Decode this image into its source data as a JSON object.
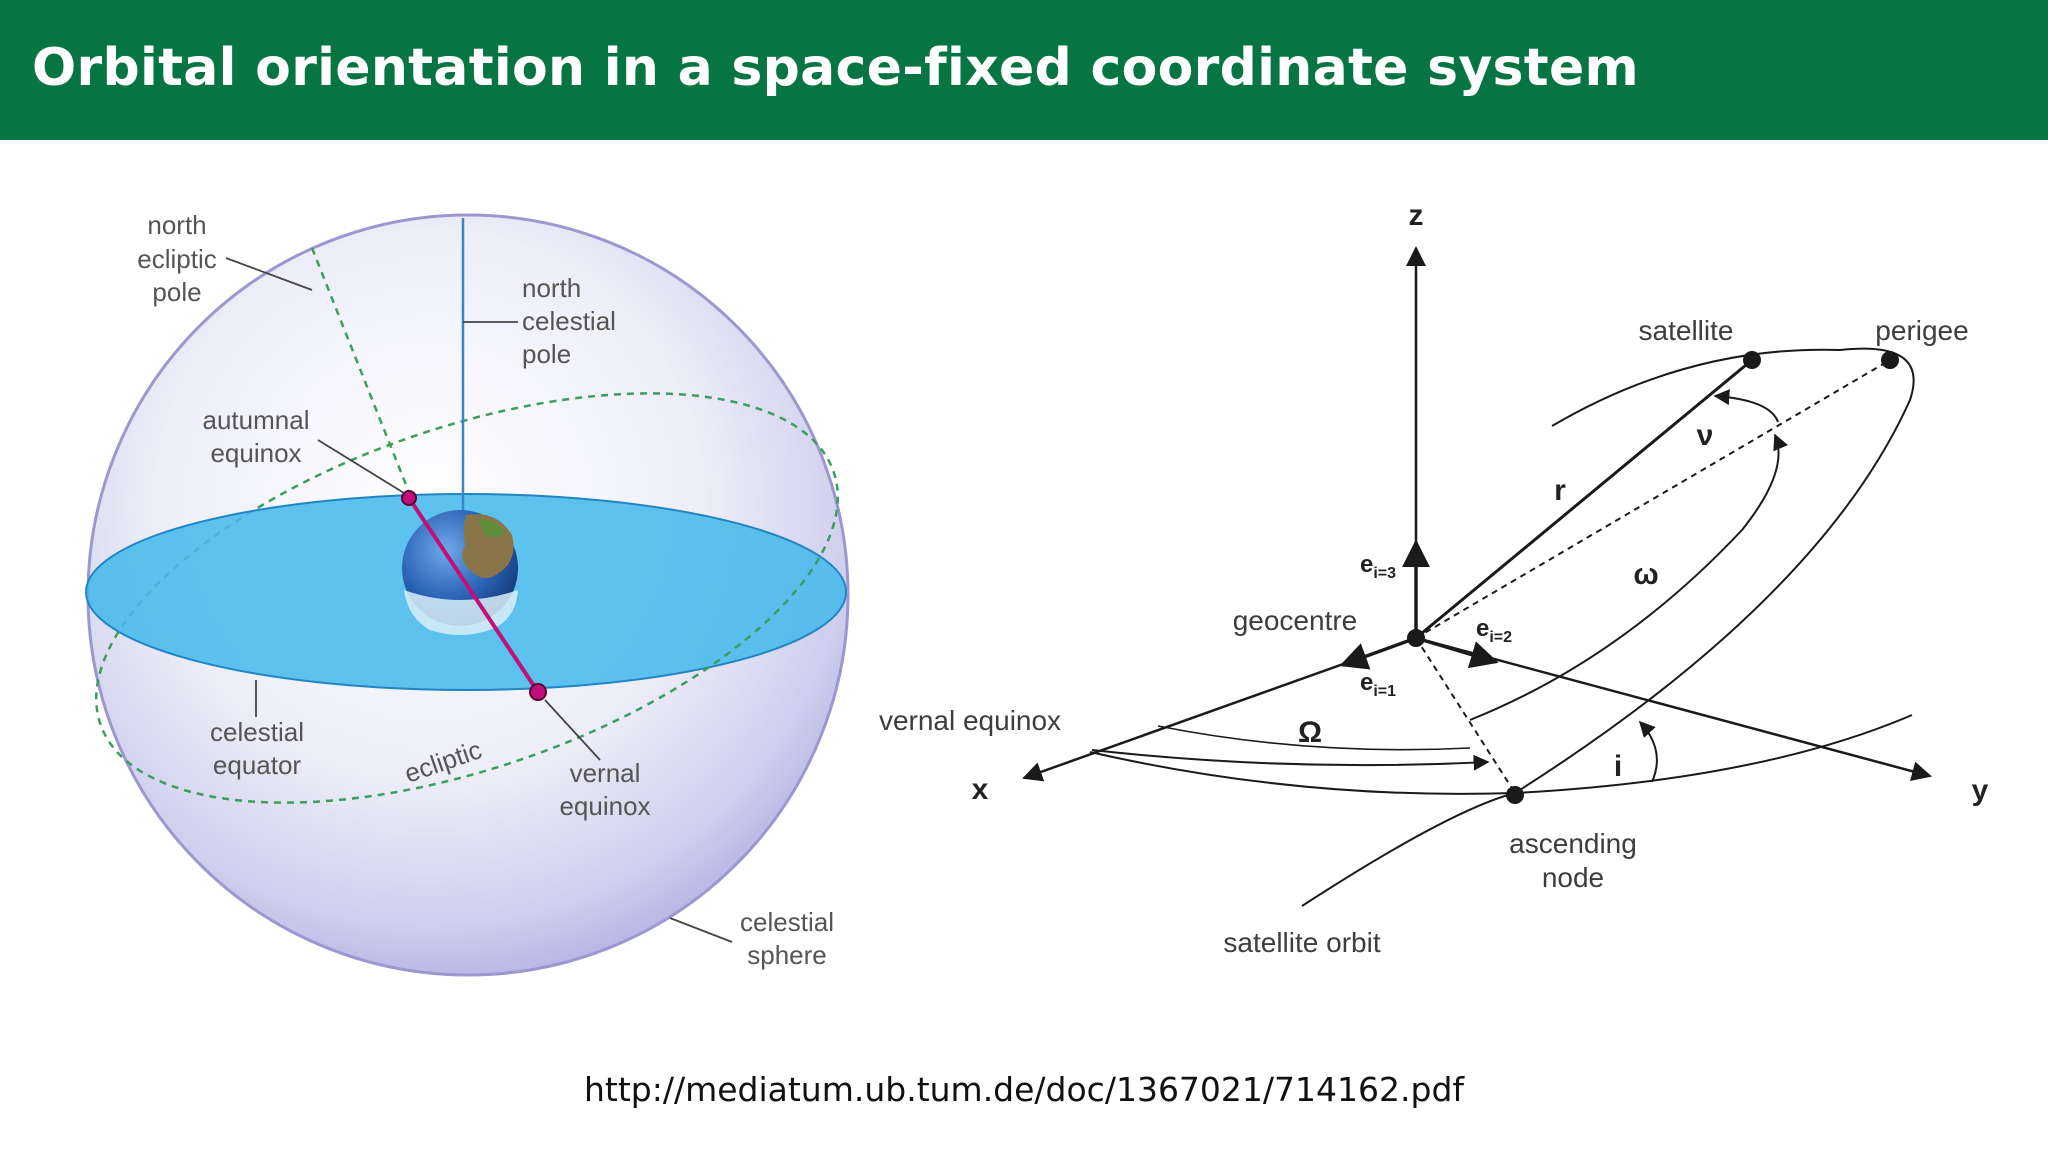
{
  "header": {
    "title": "Orbital orientation in a space-fixed coordinate system",
    "background": "#077541"
  },
  "celestial_diagram": {
    "north_ecliptic_pole": [
      "north",
      "ecliptic",
      "pole"
    ],
    "north_celestial_pole": [
      "north",
      "celestial",
      "pole"
    ],
    "autumnal_equinox": [
      "autumnal",
      "equinox"
    ],
    "celestial_equator": [
      "celestial",
      "equator"
    ],
    "ecliptic": "ecliptic",
    "vernal_equinox": [
      "vernal",
      "equinox"
    ],
    "celestial_sphere": [
      "celestial",
      "sphere"
    ]
  },
  "orbit_diagram": {
    "z_axis": "z",
    "x_axis": "x",
    "y_axis": "y",
    "satellite": "satellite",
    "perigee": "perigee",
    "r": "r",
    "nu": "ν",
    "omega_small": "ω",
    "e_i3": "e",
    "e_i3_sub": "i=3",
    "e_i2": "e",
    "e_i2_sub": "i=2",
    "e_i1": "e",
    "e_i1_sub": "i=1",
    "geocentre": "geocentre",
    "vernal_equinox": "vernal equinox",
    "Omega": "Ω",
    "inclination": "i",
    "ascending_node": [
      "ascending",
      "node"
    ],
    "satellite_orbit": "satellite orbit"
  },
  "source": {
    "url": "http://mediatum.ub.tum.de/doc/1367021/714162.pdf"
  }
}
